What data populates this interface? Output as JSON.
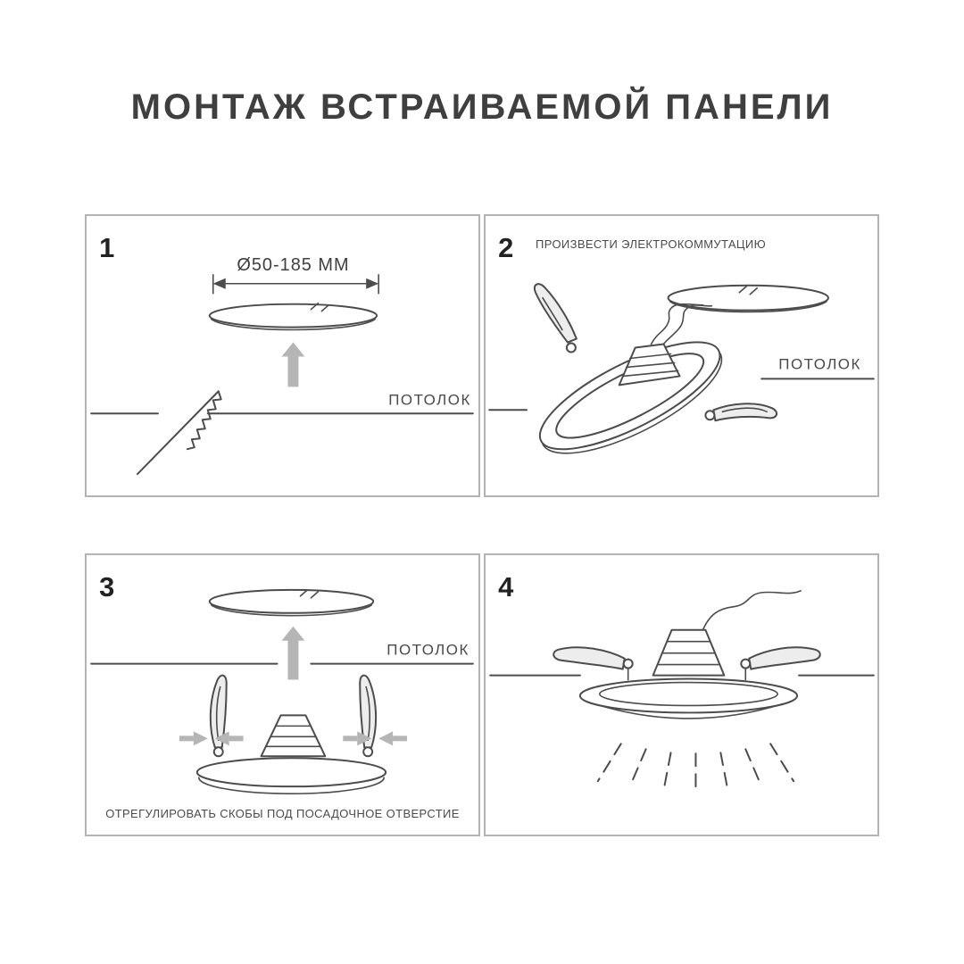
{
  "title": "МОНТАЖ ВСТРАИВАЕМОЙ ПАНЕЛИ",
  "colors": {
    "line": "#4c4c4c",
    "border": "#b3b3b3",
    "arrow_fill": "#b5b5b5",
    "text": "#3f3f3f"
  },
  "panels": [
    {
      "number": "1",
      "dimension_label": "Ø50-185 ММ",
      "ceiling_label": "ПОТОЛОК"
    },
    {
      "number": "2",
      "instruction": "ПРОИЗВЕСТИ ЭЛЕКТРОКОММУТАЦИЮ",
      "ceiling_label": "ПОТОЛОК"
    },
    {
      "number": "3",
      "ceiling_label": "ПОТОЛОК",
      "caption": "ОТРЕГУЛИРОВАТЬ СКОБЫ ПОД ПОСАДОЧНОЕ ОТВЕРСТИЕ"
    },
    {
      "number": "4"
    }
  ]
}
